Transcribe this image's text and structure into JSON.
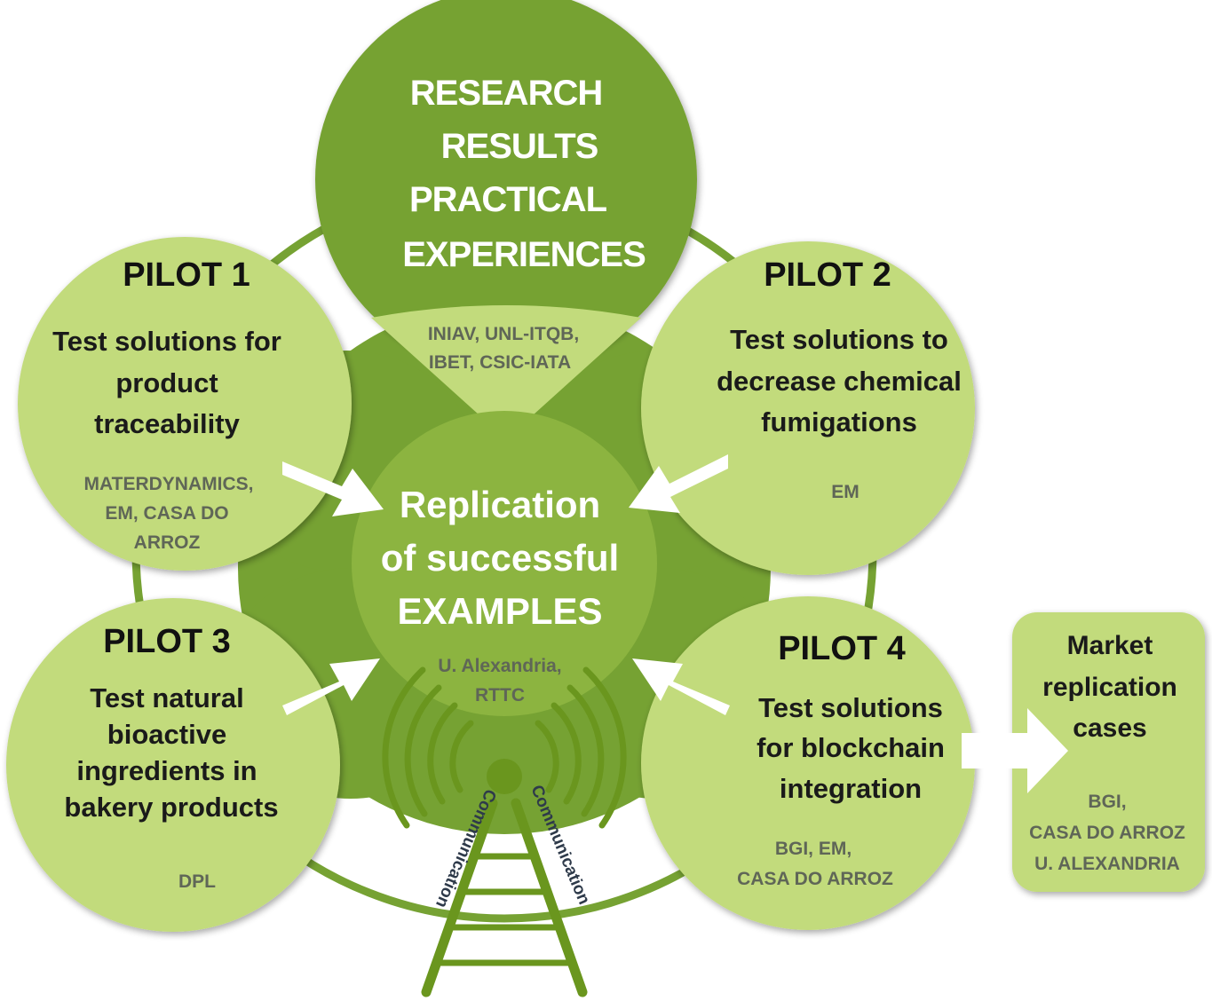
{
  "center": {
    "lines": [
      "Replication",
      "of successful",
      "EXAMPLES"
    ],
    "partners": [
      "U. Alexandria,",
      "RTTC"
    ]
  },
  "top": {
    "lines": [
      "RESEARCH",
      "RESULTS",
      "PRACTICAL",
      "EXPERIENCES"
    ],
    "partners": [
      "INIAV, UNL-ITQB,",
      "IBET,  CSIC-IATA"
    ]
  },
  "pilot1": {
    "title": "PILOT 1",
    "lines": [
      "Test solutions for",
      "product",
      "traceability"
    ],
    "partners": [
      "MATERDYNAMICS,",
      "EM, CASA DO",
      "ARROZ"
    ]
  },
  "pilot2": {
    "title": "PILOT 2",
    "lines": [
      "Test solutions to",
      "decrease chemical",
      "fumigations"
    ],
    "partners": [
      "EM"
    ]
  },
  "pilot3": {
    "title": "PILOT 3",
    "lines": [
      "Test natural",
      "bioactive",
      "ingredients in",
      "bakery products"
    ],
    "partners": [
      "DPL"
    ]
  },
  "pilot4": {
    "title": "PILOT 4",
    "lines": [
      "Test solutions",
      "for blockchain",
      "integration"
    ],
    "partners": [
      "BGI,  EM,",
      "CASA DO ARROZ"
    ]
  },
  "market": {
    "lines": [
      "Market",
      "replication",
      "cases"
    ],
    "partners": [
      "BGI,",
      "CASA DO ARROZ",
      "U. ALEXANDRIA"
    ]
  },
  "communication": {
    "left_label": "Communication",
    "right_label": "Communication"
  },
  "colors": {
    "light_green": "#c2db7c",
    "dark_green": "#76a233",
    "mid_green": "#8cb440",
    "tower_green": "#6a961e",
    "partner_text": "#5f6657",
    "arrow_fill": "#ffffff"
  }
}
